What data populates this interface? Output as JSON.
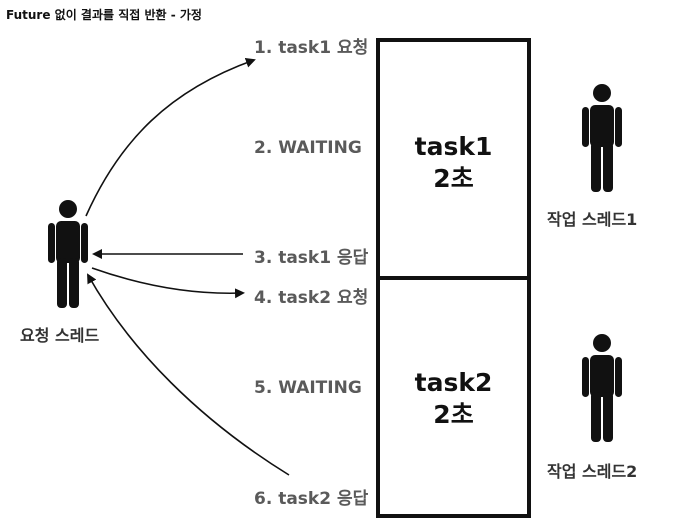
{
  "title": "Future 없이 결과를 직접 반환 - 가정",
  "steps": {
    "s1": "1. task1 요청",
    "s2": "2. WAITING",
    "s3": "3. task1 응답",
    "s4": "4. task2 요청",
    "s5": "5. WAITING",
    "s6": "6. task2 응답"
  },
  "boxes": {
    "task1": {
      "name": "task1",
      "duration": "2초"
    },
    "task2": {
      "name": "task2",
      "duration": "2초"
    }
  },
  "actors": {
    "requester": "요청 스레드",
    "worker1": "작업 스레드1",
    "worker2": "작업 스레드2"
  },
  "colors": {
    "ink": "#111111",
    "step_text": "#5a5a5a"
  }
}
